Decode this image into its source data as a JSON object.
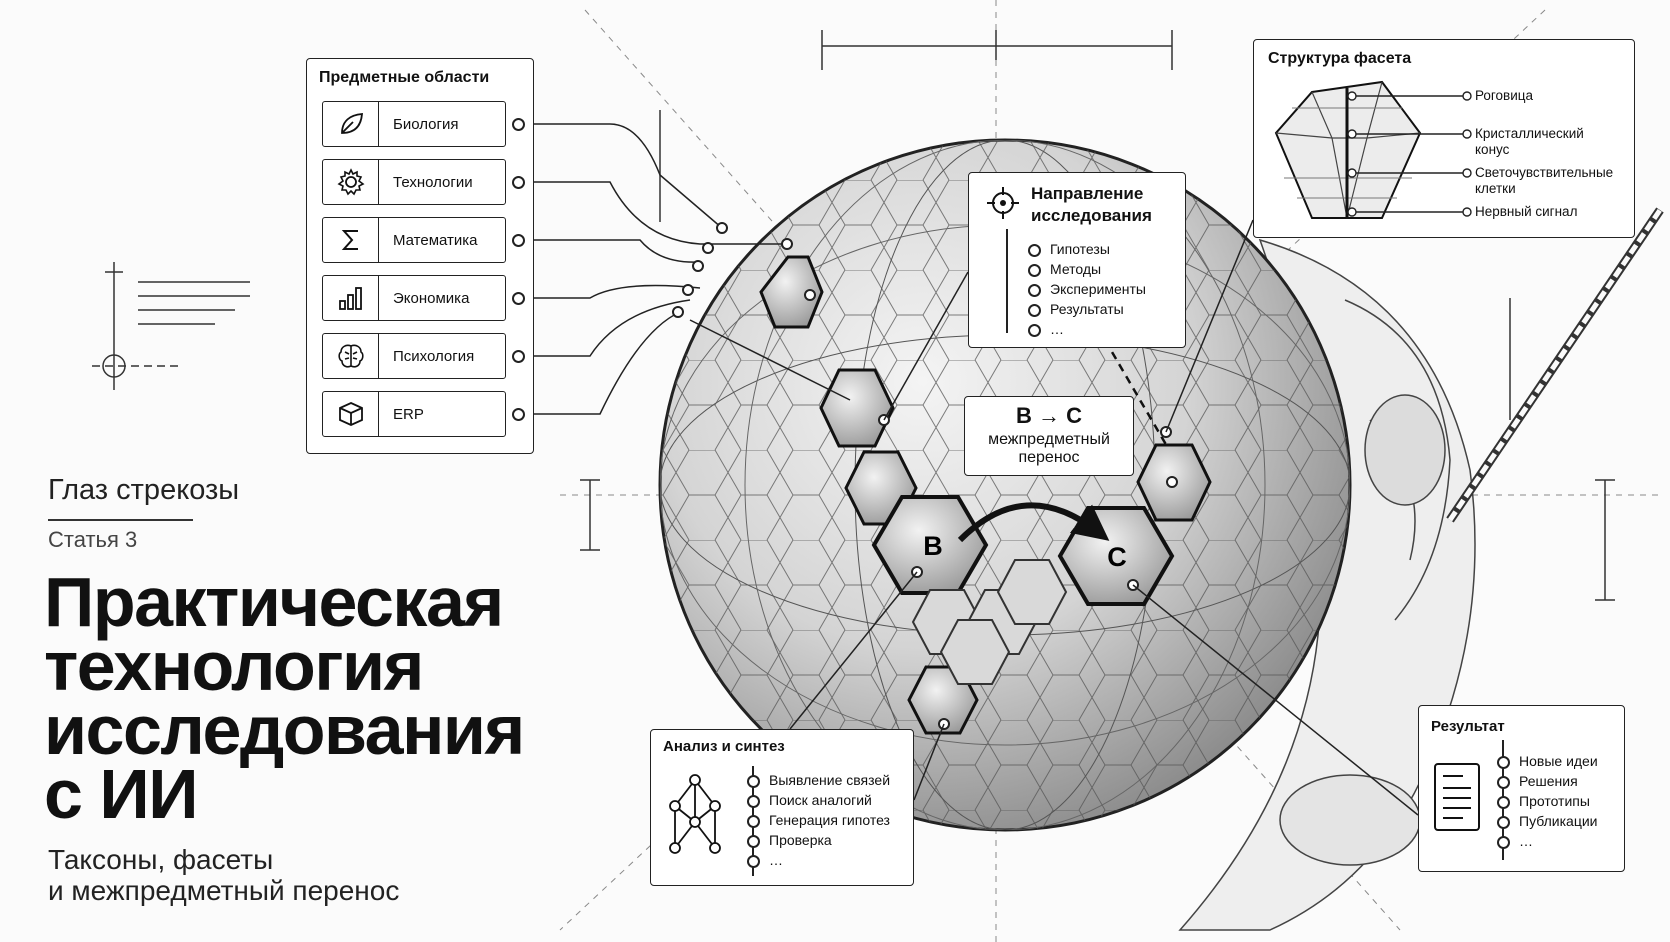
{
  "subject_panel": {
    "title": "Предметные области",
    "items": [
      {
        "label": "Биология",
        "icon": "leaf-icon"
      },
      {
        "label": "Технологии",
        "icon": "gear-icon"
      },
      {
        "label": "Математика",
        "icon": "sigma-icon"
      },
      {
        "label": "Экономика",
        "icon": "bar-chart-icon"
      },
      {
        "label": "Психология",
        "icon": "brain-icon"
      },
      {
        "label": "ERP",
        "icon": "cube-icon"
      }
    ]
  },
  "header": {
    "kicker": "Глаз стрекозы",
    "article": "Статья 3",
    "title_lines": [
      "Практическая",
      "технология",
      "исследования",
      "с ИИ"
    ],
    "subtitle_lines": [
      "Таксоны, фасеты",
      "и межпредметный перенос"
    ]
  },
  "direction_panel": {
    "title_lines": [
      "Направление",
      "исследования"
    ],
    "items": [
      "Гипотезы",
      "Методы",
      "Эксперименты",
      "Результаты",
      "…"
    ]
  },
  "transfer_box": {
    "pair": "B → C",
    "desc_lines": [
      "межпредметный",
      "перенос"
    ]
  },
  "nodes": {
    "b": "B",
    "c": "C"
  },
  "facet_panel": {
    "title": "Структура фасета",
    "labels": [
      {
        "lines": [
          "Роговица"
        ]
      },
      {
        "lines": [
          "Кристаллический",
          "конус"
        ]
      },
      {
        "lines": [
          "Светочувствительные",
          "клетки"
        ]
      },
      {
        "lines": [
          "Нервный сигнал"
        ]
      }
    ]
  },
  "analysis_panel": {
    "title": "Анализ и синтез",
    "items": [
      "Выявление связей",
      "Поиск аналогий",
      "Генерация гипотез",
      "Проверка",
      "…"
    ]
  },
  "result_panel": {
    "title": "Результат",
    "items": [
      "Новые идеи",
      "Решения",
      "Прототипы",
      "Публикации",
      "…"
    ]
  },
  "colors": {
    "ink": "#111111",
    "paper": "#fbfbfb",
    "eye": "#d9d9d9",
    "eye_shade": "#9c9c9c"
  }
}
